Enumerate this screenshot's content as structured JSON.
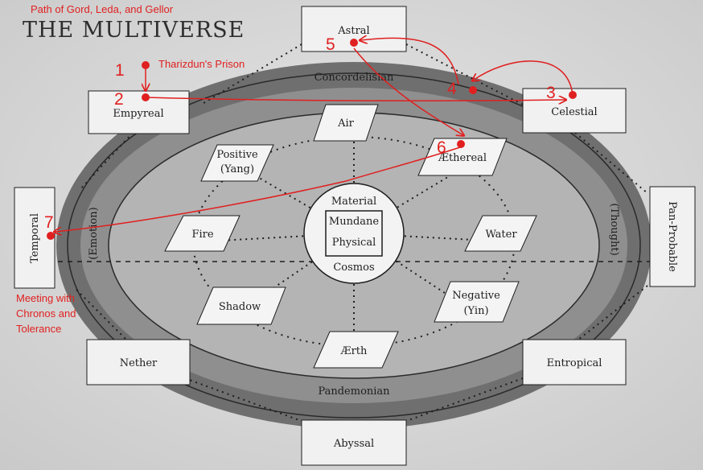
{
  "title": "THE MULTIVERSE",
  "annotation_heading": "Path of Gord, Leda, and Gellor",
  "rings": {
    "top": "Concordelisian",
    "bottom": "Pandemonian",
    "left": "(Emotion)",
    "right": "(Thought)"
  },
  "outer_planes": {
    "astral": "Astral",
    "empyreal": "Empyreal",
    "celestial": "Celestial",
    "temporal": "Temporal",
    "pan_probable": "Pan-Probable",
    "nether": "Nether",
    "entropical": "Entropical",
    "abyssal": "Abyssal"
  },
  "inner_planes": {
    "air": "Air",
    "positive_1": "Positive",
    "positive_2": "(Yang)",
    "ethereal": "Æthereal",
    "fire": "Fire",
    "water": "Water",
    "shadow": "Shadow",
    "negative_1": "Negative",
    "negative_2": "(Yin)",
    "aerth": "Ærth"
  },
  "center": {
    "material": "Material",
    "mundane": "Mundane",
    "physical": "Physical",
    "cosmos": "Cosmos"
  },
  "path_labels": {
    "n1": "1",
    "n2": "2",
    "n3": "3",
    "n4": "4",
    "n5": "5",
    "n6": "6",
    "n7": "7",
    "prison": "Tharizdun's Prison",
    "meeting_1": "Meeting with",
    "meeting_2": "Chronos and",
    "meeting_3": "Tolerance"
  },
  "colors": {
    "paper": "#dcdcdc",
    "ink": "#1e1e1e",
    "annotation": "#e02020"
  }
}
